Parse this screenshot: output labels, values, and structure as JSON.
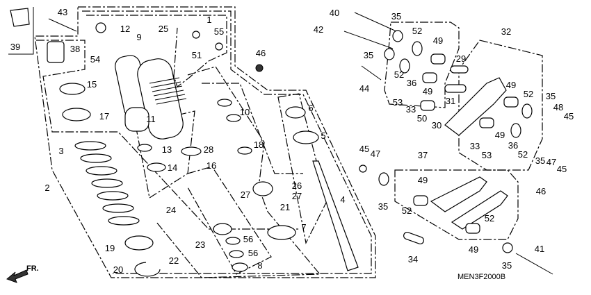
{
  "diagram": {
    "title": "Rear Cushion / Shock Linkage Parts Diagram",
    "drawing_code": "MEN3F2000B",
    "direction_marker": "FR.",
    "callouts": [
      "43",
      "12",
      "25",
      "9",
      "39",
      "38",
      "54",
      "1",
      "55",
      "51",
      "46",
      "15",
      "17",
      "11",
      "6",
      "5",
      "10",
      "18",
      "3",
      "13",
      "28",
      "16",
      "14",
      "2",
      "27",
      "26",
      "27",
      "21",
      "24",
      "4",
      "7",
      "23",
      "56",
      "56",
      "19",
      "22",
      "8",
      "20",
      "40",
      "42",
      "35",
      "35",
      "52",
      "49",
      "29",
      "44",
      "52",
      "36",
      "49",
      "31",
      "53",
      "33",
      "50",
      "30",
      "32",
      "49",
      "52",
      "35",
      "48",
      "45",
      "33",
      "53",
      "49",
      "36",
      "52",
      "35",
      "47",
      "45",
      "46",
      "45",
      "47",
      "35",
      "37",
      "49",
      "52",
      "52",
      "49",
      "34",
      "35",
      "41"
    ]
  }
}
